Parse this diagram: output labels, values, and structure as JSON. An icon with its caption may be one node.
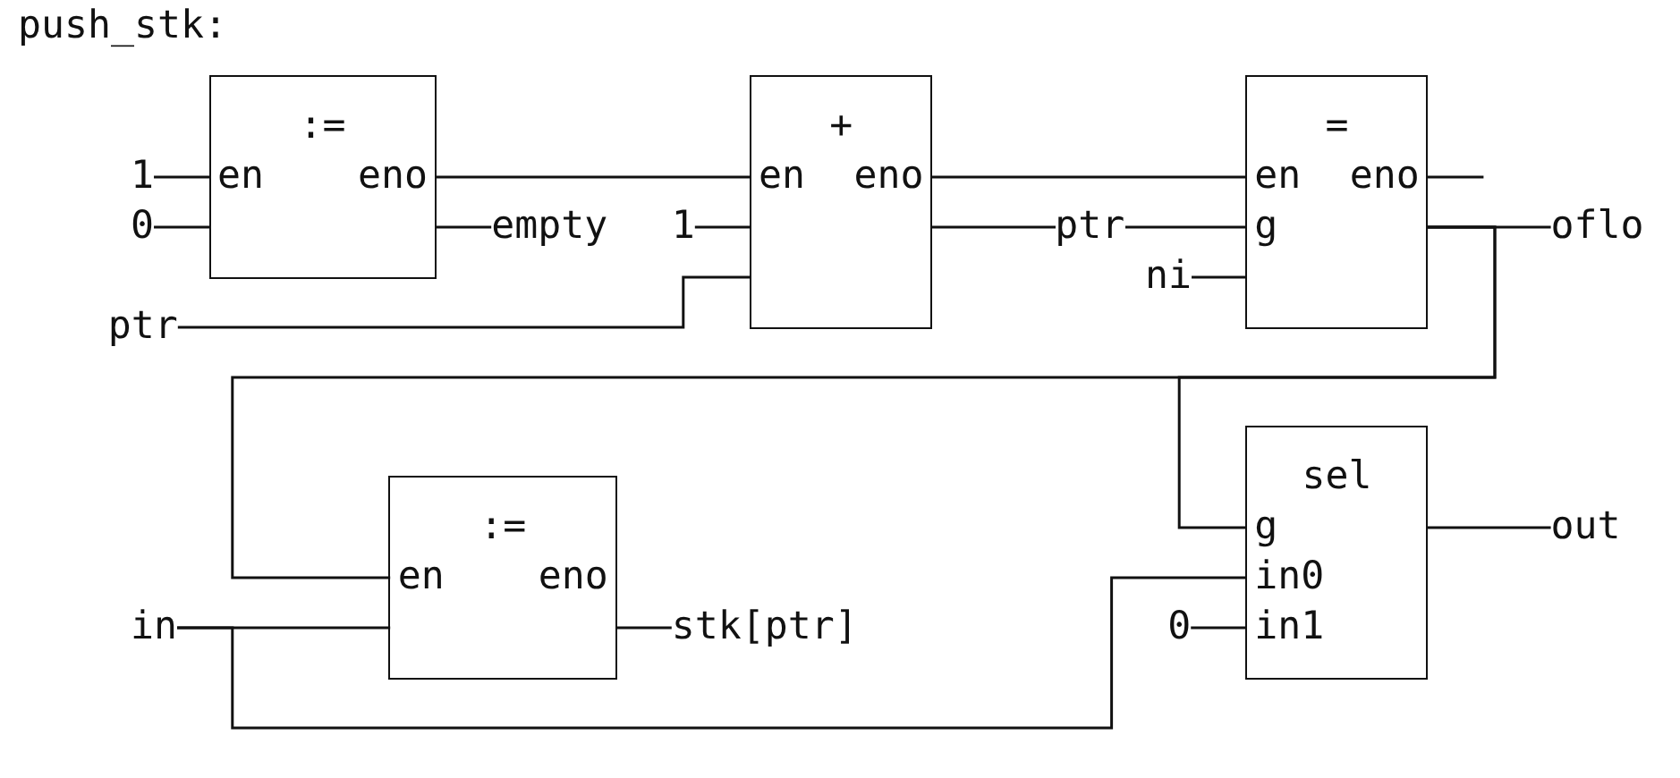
{
  "diagram": {
    "title": "push_stk:",
    "nodes": [
      {
        "text": [
          ":=",
          "en",
          "eno"
        ]
      },
      {
        "text": [
          "1"
        ]
      },
      {
        "text": [
          "0"
        ]
      },
      {
        "text": [
          "empty"
        ]
      },
      {
        "text": [
          "+",
          "en",
          "eno"
        ]
      },
      {
        "text": [
          "1"
        ]
      },
      {
        "text": [
          "ptr"
        ]
      },
      {
        "text": [
          "=",
          "en",
          "eno",
          "g"
        ]
      },
      {
        "text": [
          "ni"
        ]
      },
      {
        "text": [
          "oflo"
        ]
      },
      {
        "text": [
          ":=",
          "en",
          "eno"
        ]
      },
      {
        "text": [
          "in"
        ]
      },
      {
        "text": [
          "stk[ptr]"
        ]
      },
      {
        "text": [
          "sel",
          "g",
          "in0",
          "in1"
        ]
      },
      {
        "text": [
          "0"
        ]
      },
      {
        "text": [
          "out"
        ]
      }
    ],
    "edges": [
      {
        "from": 1,
        "to": 0,
        "arrow": "none"
      },
      {
        "from": 2,
        "to": 0,
        "arrow": "none"
      },
      {
        "from": 0,
        "to": 4,
        "arrow": "none"
      },
      {
        "from": 0,
        "to": 3,
        "arrow": "none"
      },
      {
        "from": 5,
        "to": 4,
        "arrow": "none"
      },
      {
        "from": 6,
        "to": 4,
        "arrow": "none"
      },
      {
        "from": 4,
        "to": 7,
        "arrow": "none",
        "label": "ptr"
      },
      {
        "from": 4,
        "to": 7,
        "arrow": "none"
      },
      {
        "from": 8,
        "to": 7,
        "arrow": "none"
      },
      {
        "from": 7,
        "to": null,
        "arrow": "none"
      },
      {
        "from": 7,
        "to": 9,
        "arrow": "none"
      },
      {
        "from": 7,
        "to": 13,
        "arrow": "none"
      },
      {
        "from": 7,
        "to": 10,
        "arrow": "none"
      },
      {
        "from": 11,
        "to": 10,
        "arrow": "none"
      },
      {
        "from": 11,
        "to": 13,
        "arrow": "none"
      },
      {
        "from": 10,
        "to": 12,
        "arrow": "none"
      },
      {
        "from": 14,
        "to": 13,
        "arrow": "none"
      },
      {
        "from": 13,
        "to": 15,
        "arrow": "none"
      }
    ]
  }
}
